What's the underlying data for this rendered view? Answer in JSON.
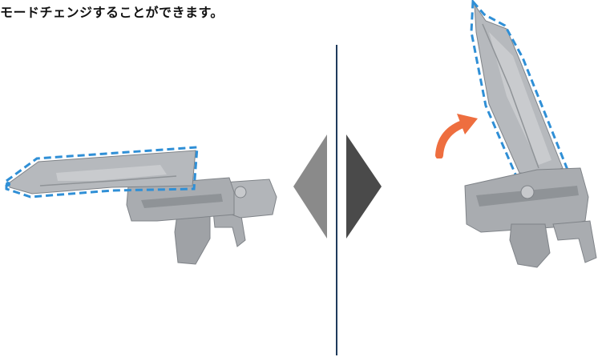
{
  "caption": "モードチェンジすることができます。",
  "colors": {
    "divider": "#1f3a5c",
    "outline": "#2f8fd6",
    "hint_arrow": "#ee6e3f",
    "toy_body": "#a9acb0",
    "toy_shadow": "#7f8388",
    "toy_light": "#c7c9cc",
    "arrow_left": "#8a8a8a",
    "arrow_right": "#4a4a4a"
  },
  "left_figure": {
    "mode": "gun",
    "icon": "blaster-gun-mode"
  },
  "right_figure": {
    "mode": "sword",
    "icon": "blaster-sword-mode"
  },
  "center_control": {
    "left_icon": "triangle-left-icon",
    "right_icon": "triangle-right-icon"
  }
}
